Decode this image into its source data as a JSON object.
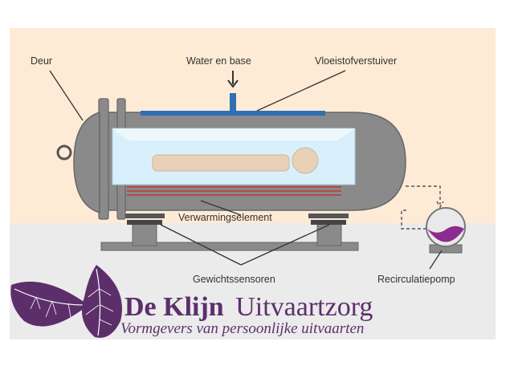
{
  "labels": {
    "door": "Deur",
    "water": "Water en base",
    "atomizer": "Vloeistofverstuiver",
    "heating": "Verwarmingselement",
    "sensors": "Gewichtssensoren",
    "pump": "Recirculatiepomp"
  },
  "brand": {
    "name_bold": "De Klijn",
    "name_light": "Uitvaartzorg",
    "tagline": "Vormgevers van persoonlijke uitvaarten"
  },
  "colors": {
    "background_top": "#fdebd6",
    "background_floor": "#ebebeb",
    "vessel": "#8a8a8a",
    "vessel_stroke": "#666666",
    "chamber": "#d8f0fb",
    "nozzle": "#2f6fb5",
    "heater": "#c0392b",
    "liquid": "#8e2b8e",
    "brand": "#5c2f6b"
  },
  "icons": [
    "leaf-icon",
    "leaf-icon"
  ]
}
